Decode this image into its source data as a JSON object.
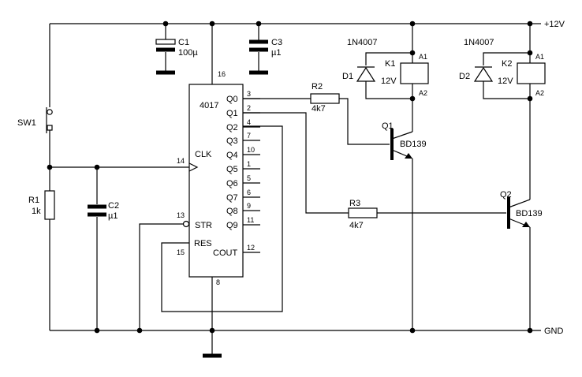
{
  "rails": {
    "vcc": "+12V",
    "gnd": "GND"
  },
  "ic": {
    "name": "4017",
    "outputs": [
      {
        "label": "Q0",
        "pin": "3"
      },
      {
        "label": "Q1",
        "pin": "2"
      },
      {
        "label": "Q2",
        "pin": "4"
      },
      {
        "label": "Q3",
        "pin": "7"
      },
      {
        "label": "Q4",
        "pin": "10"
      },
      {
        "label": "Q5",
        "pin": "1"
      },
      {
        "label": "Q6",
        "pin": "5"
      },
      {
        "label": "Q7",
        "pin": "6"
      },
      {
        "label": "Q8",
        "pin": "9"
      },
      {
        "label": "Q9",
        "pin": "11"
      }
    ],
    "clk": {
      "label": "CLK",
      "pin": "14"
    },
    "str": {
      "label": "STR",
      "pin": "13"
    },
    "res": {
      "label": "RES",
      "pin": "15"
    },
    "cout": {
      "label": "COUT",
      "pin": "12"
    },
    "vdd_pin": "16",
    "gnd_pin": "8"
  },
  "components": {
    "c1": {
      "name": "C1",
      "value": "100µ"
    },
    "c3": {
      "name": "C3",
      "value": "µ1"
    },
    "c2": {
      "name": "C2",
      "value": "µ1"
    },
    "r1": {
      "name": "R1",
      "value": "1k"
    },
    "r2": {
      "name": "R2",
      "value": "4k7"
    },
    "r3": {
      "name": "R3",
      "value": "4k7"
    },
    "sw1": {
      "name": "SW1"
    },
    "d1": {
      "name": "D1",
      "type": "1N4007"
    },
    "d2": {
      "name": "D2",
      "type": "1N4007"
    },
    "k1": {
      "name": "K1",
      "voltage": "12V",
      "a1": "A1",
      "a2": "A2"
    },
    "k2": {
      "name": "K2",
      "voltage": "12V",
      "a1": "A1",
      "a2": "A2"
    },
    "q1": {
      "name": "Q1",
      "type": "BD139"
    },
    "q2": {
      "name": "Q2",
      "type": "BD139"
    }
  }
}
